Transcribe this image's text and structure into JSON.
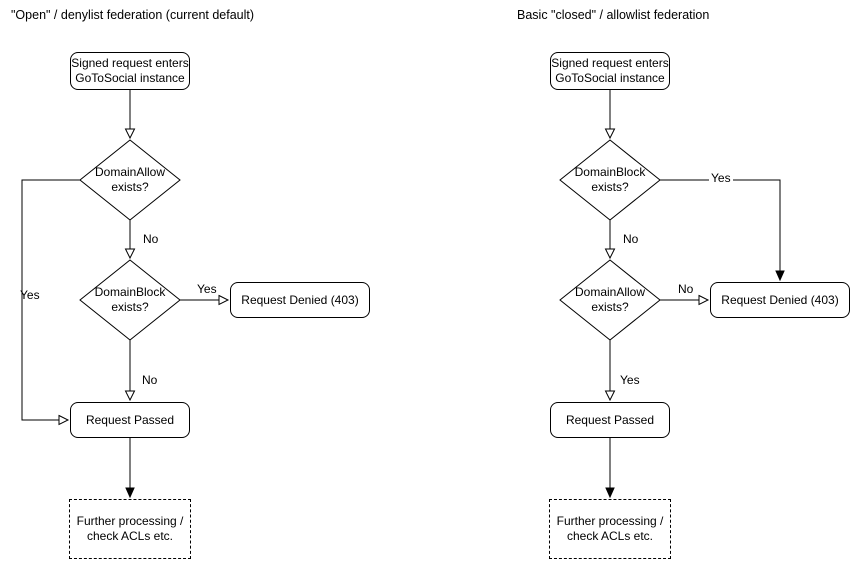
{
  "left": {
    "title": "\"Open\" / denylist federation (current default)",
    "start": "Signed request enters\nGoToSocial instance",
    "decision1": "DomainAllow\nexists?",
    "decision2": "DomainBlock\nexists?",
    "denied": "Request Denied (403)",
    "passed": "Request Passed",
    "further": "Further processing /\ncheck ACLs etc.",
    "edge_labels": {
      "allow_yes": "Yes",
      "allow_no": "No",
      "block_yes": "Yes",
      "block_no": "No"
    }
  },
  "right": {
    "title": "Basic \"closed\" / allowlist federation",
    "start": "Signed request enters\nGoToSocial instance",
    "decision1": "DomainBlock\nexists?",
    "decision2": "DomainAllow\nexists?",
    "denied": "Request Denied (403)",
    "passed": "Request Passed",
    "further": "Further processing /\ncheck ACLs etc.",
    "edge_labels": {
      "block_yes": "Yes",
      "block_no": "No",
      "allow_no": "No",
      "allow_yes": "Yes"
    }
  },
  "colors": {
    "stroke": "#000000",
    "node_fill": "#ffffff",
    "background": "#ffffff"
  }
}
